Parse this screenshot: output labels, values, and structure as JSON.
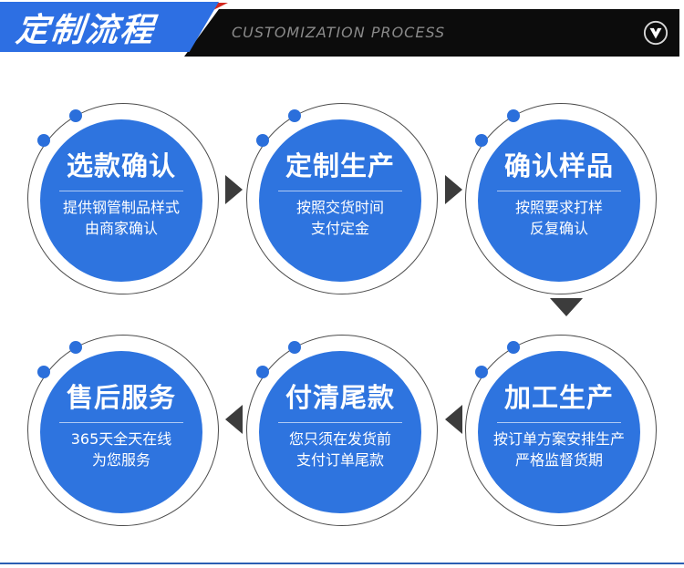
{
  "header": {
    "title": "定制流程",
    "subtitle": "CUSTOMIZATION PROCESS",
    "colors": {
      "banner_blue": "#2d6fe3",
      "banner_black": "#0c0c0c",
      "accent_red": "#d3281e",
      "subtitle_gray": "#8a8a8a"
    }
  },
  "steps": [
    {
      "title": "选款确认",
      "desc": [
        "提供钢管制品样式",
        "由商家确认"
      ]
    },
    {
      "title": "定制生产",
      "desc": [
        "按照交货时间",
        "支付定金"
      ]
    },
    {
      "title": "确认样品",
      "desc": [
        "按照要求打样",
        "反复确认"
      ]
    },
    {
      "title": "加工生产",
      "desc": [
        "按订单方案安排生产",
        "严格监督货期"
      ]
    },
    {
      "title": "付清尾款",
      "desc": [
        "您只须在发货前",
        "支付订单尾款"
      ]
    },
    {
      "title": "售后服务",
      "desc": [
        "365天全天在线",
        "为您服务"
      ]
    }
  ],
  "colors": {
    "circle_blue": "#2e74df",
    "ring_gray": "#4d4d4d",
    "arrow_gray": "#3c3c3c",
    "bottom_line_blue": "#2b5fb2"
  }
}
